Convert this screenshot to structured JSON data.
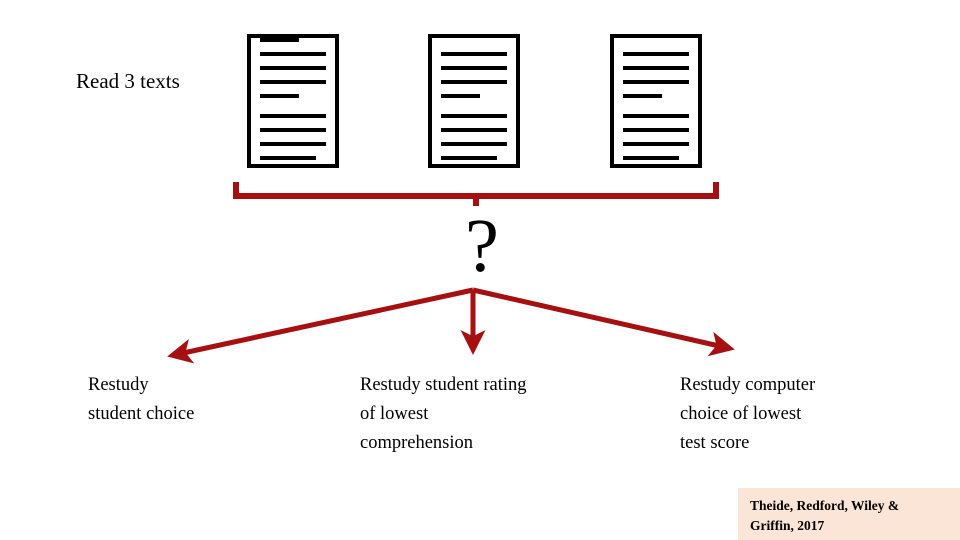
{
  "slide": {
    "background_color": "#ffffff",
    "accent_color": "#a61010",
    "ink_color": "#000000"
  },
  "top": {
    "read_label": "Read 3 texts",
    "documents": [
      {
        "name": "text-1",
        "lines": 9
      },
      {
        "name": "text-2",
        "lines": 9
      },
      {
        "name": "text-3",
        "lines": 9
      }
    ]
  },
  "decision": {
    "symbol": "?",
    "bracket_label": ""
  },
  "options": [
    {
      "id": "student-choice",
      "text": "Restudy\nstudent choice"
    },
    {
      "id": "student-rating",
      "text": "Restudy student rating\nof lowest\ncomprehension"
    },
    {
      "id": "computer-choice",
      "text": "Restudy computer\nchoice of lowest\ntest score"
    }
  ],
  "options_flat": {
    "left": "Restudy student choice",
    "middle": "Restudy student rating of lowest comprehension",
    "right": "Restudy computer choice of lowest test score"
  },
  "citation": {
    "line1": "Theide, Redford, Wiley &",
    "line2": "Griffin, 2017",
    "background_color": "#fbe5d6"
  }
}
